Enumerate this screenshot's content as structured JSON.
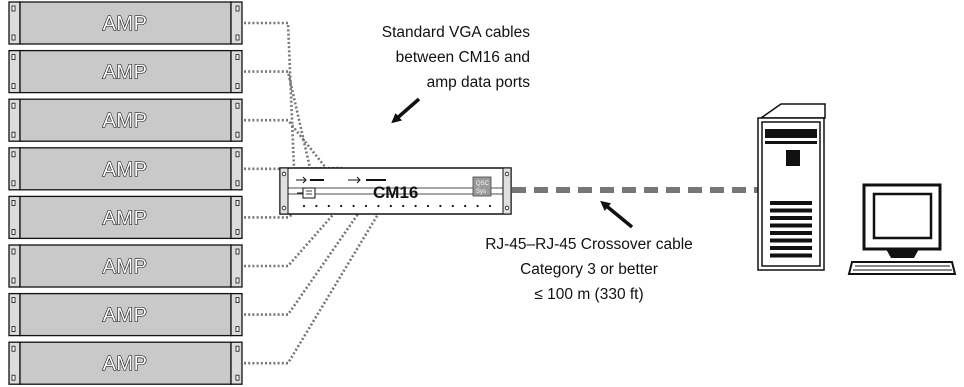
{
  "amps": {
    "label": "AMP",
    "count": 8
  },
  "hub": {
    "label": "CM16",
    "logo_top": "QSC",
    "logo_bottom": "Sys"
  },
  "annotations": {
    "vga": [
      "Standard VGA cables",
      "between CM16 and",
      "amp data ports"
    ],
    "crossover_line1": "RJ-45–RJ-45 Crossover cable",
    "crossover_line2": "Category 3 or better",
    "crossover_line3_symbol": "≤",
    "crossover_line3_rest": " 100 m (330 ft)"
  },
  "colors": {
    "amp_face": "#c9c9c9",
    "amp_ear": "#dcdcdc",
    "cable_dotted": "#777777",
    "cable_crossover": "#777777",
    "outline": "#111111"
  },
  "icons": {
    "tower": "pc-tower-icon",
    "monitor": "monitor-icon",
    "arrow": "arrow-icon"
  }
}
